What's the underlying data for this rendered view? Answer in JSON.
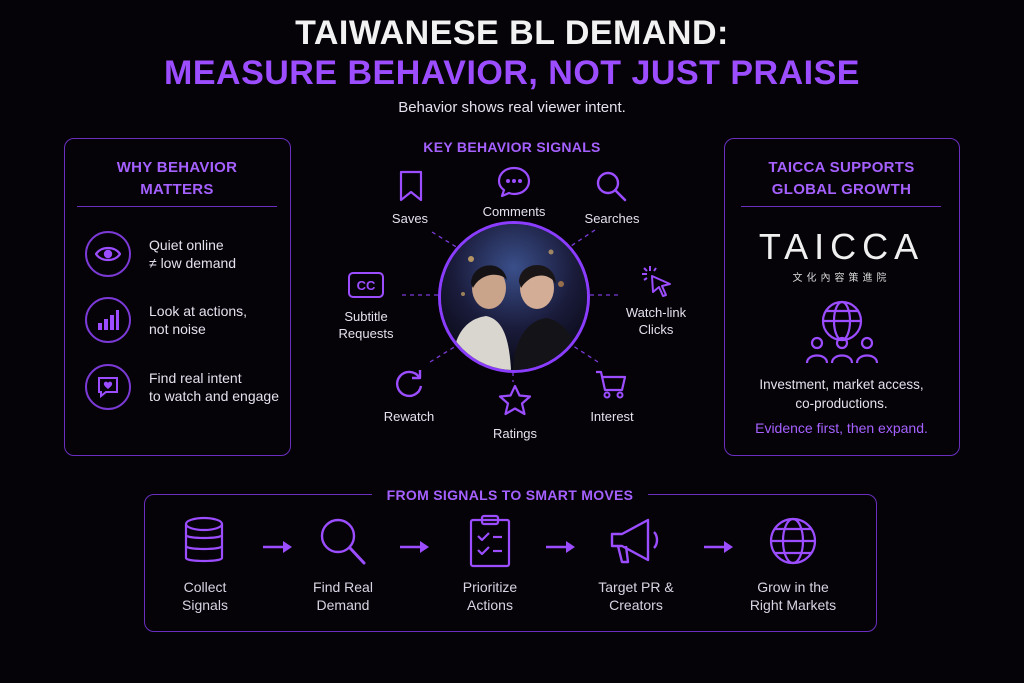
{
  "header": {
    "title_line1": "TAIWANESE BL DEMAND:",
    "title_line2": "MEASURE BEHAVIOR, NOT JUST PRAISE",
    "subtitle": "Behavior shows real viewer intent."
  },
  "why_panel": {
    "title_line1": "WHY BEHAVIOR",
    "title_line2": "MATTERS",
    "items": [
      {
        "icon": "eye-icon",
        "line1": "Quiet online",
        "line2": "≠ low demand"
      },
      {
        "icon": "bar-chart-icon",
        "line1": "Look at actions,",
        "line2": "not noise"
      },
      {
        "icon": "heart-message-icon",
        "line1": "Find real intent",
        "line2": "to watch and engage"
      }
    ]
  },
  "signals": {
    "title": "KEY BEHAVIOR SIGNALS",
    "items": {
      "saves": "Saves",
      "comments": "Comments",
      "searches": "Searches",
      "subtitle_line1": "Subtitle",
      "subtitle_line2": "Requests",
      "watchlink_line1": "Watch-link",
      "watchlink_line2": "Clicks",
      "rewatch": "Rewatch",
      "ratings": "Ratings",
      "interest": "Interest"
    },
    "cc_label": "CC"
  },
  "taicca_panel": {
    "title_line1": "TAICCA SUPPORTS",
    "title_line2": "GLOBAL GROWTH",
    "logo_text": "TAICCA",
    "logo_sub": "文化內容策進院",
    "body_line1": "Investment, market access,",
    "body_line2": "co-productions.",
    "highlight": "Evidence first, then expand."
  },
  "flow": {
    "title": "FROM SIGNALS TO SMART MOVES",
    "steps": [
      {
        "icon": "database-icon",
        "line1": "Collect",
        "line2": "Signals"
      },
      {
        "icon": "magnifier-icon",
        "line1": "Find Real",
        "line2": "Demand"
      },
      {
        "icon": "clipboard-check-icon",
        "line1": "Prioritize",
        "line2": "Actions"
      },
      {
        "icon": "megaphone-icon",
        "line1": "Target PR &",
        "line2": "Creators"
      },
      {
        "icon": "globe-icon",
        "line1": "Grow in the",
        "line2": "Right Markets"
      }
    ]
  },
  "colors": {
    "accent": "#9b4dff",
    "border": "#6a2fbf",
    "background": "#050308"
  }
}
